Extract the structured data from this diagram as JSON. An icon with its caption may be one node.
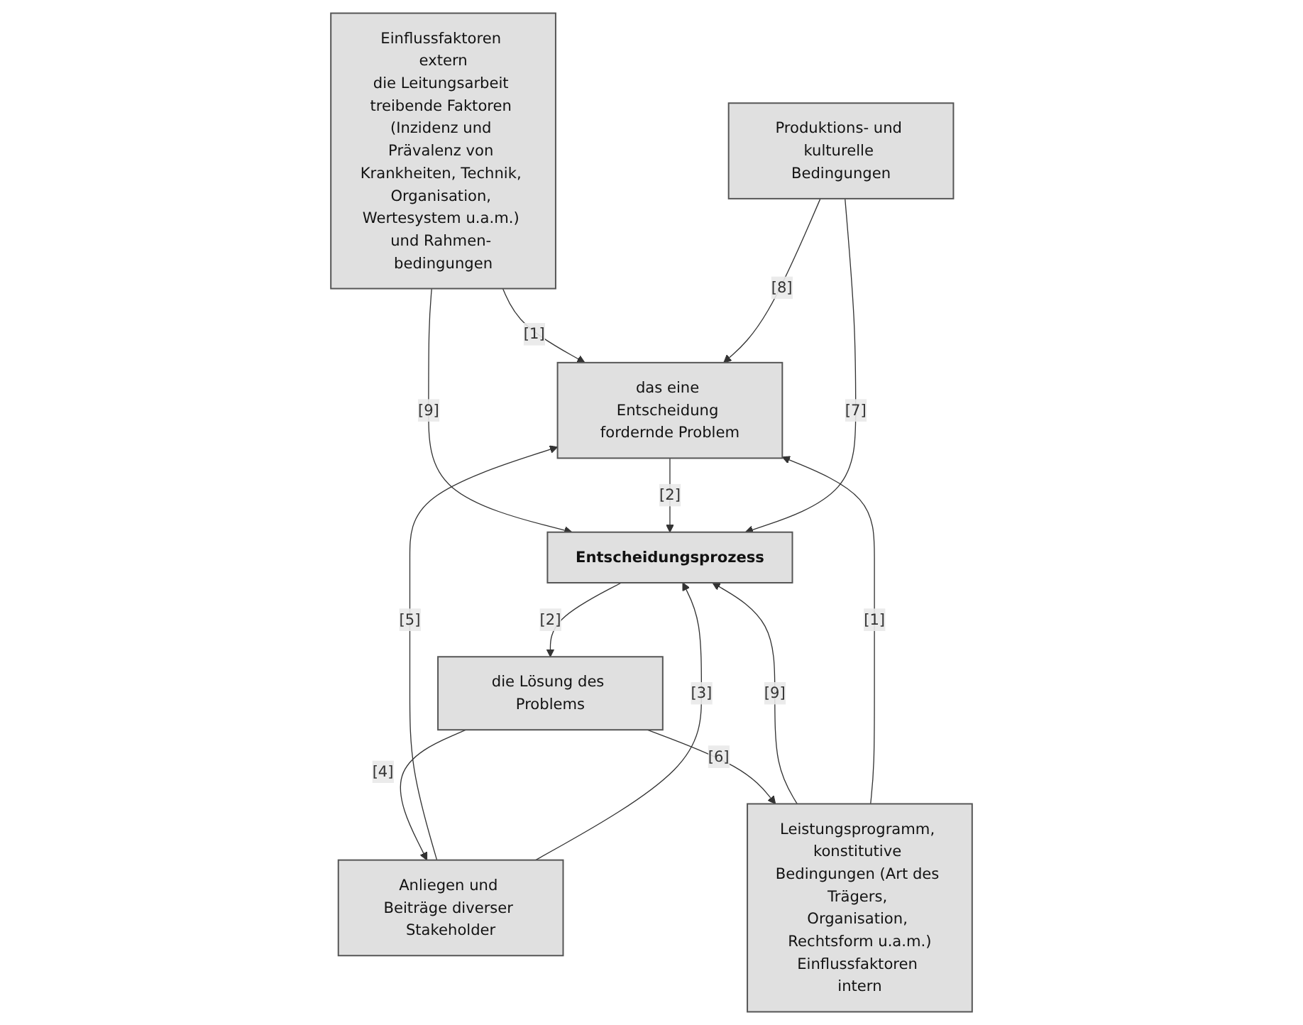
{
  "diagram": {
    "nodes": [
      {
        "text": [
          "Einflussfaktoren extern",
          "die Leitungsarbeit treibende Faktoren (Inzidenz und Prävalenz von Krankheiten, Technik, Organisation, Wertesystem u.a.m.) und Rahmen- bedingungen"
        ]
      },
      {
        "text": [
          "Anliegen und Beiträge diverser Stakeholder"
        ]
      },
      {
        "text": [
          "das eine Entscheidung fordernde Problem"
        ]
      },
      {
        "text": [
          "Entscheidungsprozess"
        ]
      },
      {
        "text": [
          "die Lösung des Problems"
        ]
      },
      {
        "text": [
          "Produktions- und kulturelle Bedingungen"
        ]
      },
      {
        "text": [
          "Leistungsprogramm, konstitutive Bedingungen (Art des Trägers, Organisation, Rechtsform u.a.m.)",
          "Einflussfaktoren intern"
        ]
      }
    ],
    "edges": [
      {
        "from": 1,
        "to": 2,
        "arrow": "to",
        "label": "[5]"
      },
      {
        "from": 0,
        "to": 2,
        "arrow": "to",
        "label": "[1]"
      },
      {
        "from": 0,
        "to": 3,
        "arrow": "to",
        "label": "[9]"
      },
      {
        "from": 1,
        "to": 3,
        "arrow": "to",
        "label": "[3]"
      },
      {
        "from": 2,
        "to": 3,
        "arrow": "to",
        "label": "[2]"
      },
      {
        "from": 3,
        "to": 4,
        "arrow": "to",
        "label": "[2]"
      },
      {
        "from": 4,
        "to": 1,
        "arrow": "to",
        "label": "[4]"
      },
      {
        "from": 4,
        "to": 6,
        "arrow": "to",
        "label": "[6]"
      },
      {
        "from": 6,
        "to": 3,
        "arrow": "to",
        "label": "[9]"
      },
      {
        "from": 6,
        "to": 2,
        "arrow": "to",
        "label": "[1]"
      },
      {
        "from": 5,
        "to": 3,
        "arrow": "to",
        "label": "[7]"
      },
      {
        "from": 5,
        "to": 2,
        "arrow": "to",
        "label": "[8]"
      }
    ]
  }
}
